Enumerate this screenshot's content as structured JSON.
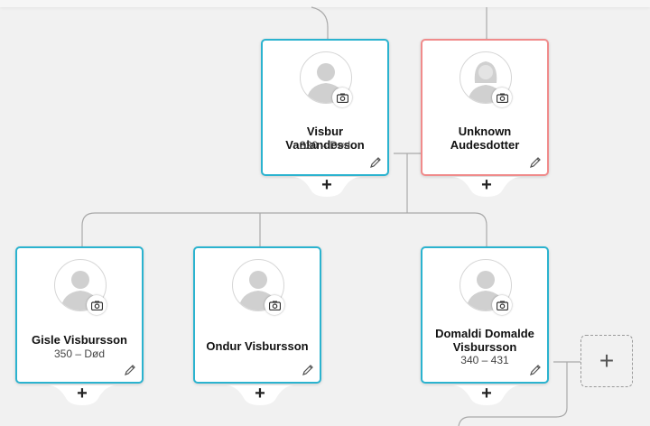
{
  "people": [
    {
      "id": "visbur",
      "name": "Visbur Vanlandesson",
      "dates": "320 – Død",
      "gender": "male",
      "add_label": "+"
    },
    {
      "id": "unknown",
      "name": "Unknown Audesdotter",
      "dates": "",
      "gender": "female",
      "add_label": "+"
    },
    {
      "id": "gisle",
      "name": "Gisle Visbursson",
      "dates": "350 – Død",
      "gender": "male",
      "add_label": "+"
    },
    {
      "id": "ondur",
      "name": "Ondur Visbursson",
      "dates": "",
      "gender": "male",
      "add_label": "+"
    },
    {
      "id": "domaldi",
      "name": "Domaldi Domalde Visbursson",
      "dates": "340 – 431",
      "gender": "male",
      "add_label": "+"
    }
  ],
  "add_partner": {
    "label": "+"
  },
  "colors": {
    "male_border": "#2bb3cf",
    "female_border": "#f08b8b",
    "line": "#a9a9a9",
    "background": "#f1f1f1"
  },
  "icons": {
    "camera": "camera-icon",
    "edit": "pencil-icon",
    "avatar_male": "male-silhouette",
    "avatar_female": "female-silhouette"
  }
}
